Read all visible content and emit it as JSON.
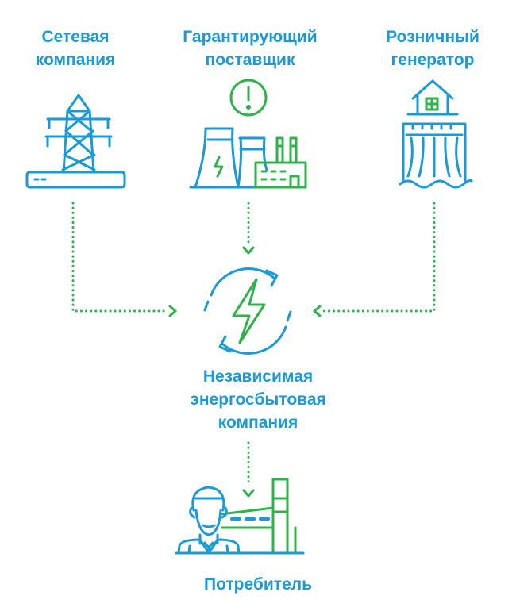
{
  "nodes": {
    "network_company": {
      "line1": "Сетевая",
      "line2": "компания"
    },
    "guaranteeing_supplier": {
      "line1": "Гарантирующий",
      "line2": "поставщик"
    },
    "retail_generator": {
      "line1": "Розничный",
      "line2": "генератор"
    },
    "independent_company": {
      "line1": "Независимая",
      "line2": "энергосбытовая",
      "line3": "компания"
    },
    "consumer": {
      "line1": "Потребитель"
    }
  },
  "colors": {
    "blue": "#1a9ad6",
    "green": "#2db34a"
  },
  "icons": {
    "network_company": "power-tower-icon",
    "guaranteeing_supplier": "power-plant-icon",
    "warning": "exclamation-circle-icon",
    "retail_generator": "hydro-dam-icon",
    "center": "lightning-cycle-icon",
    "consumer": "worker-factory-icon"
  }
}
